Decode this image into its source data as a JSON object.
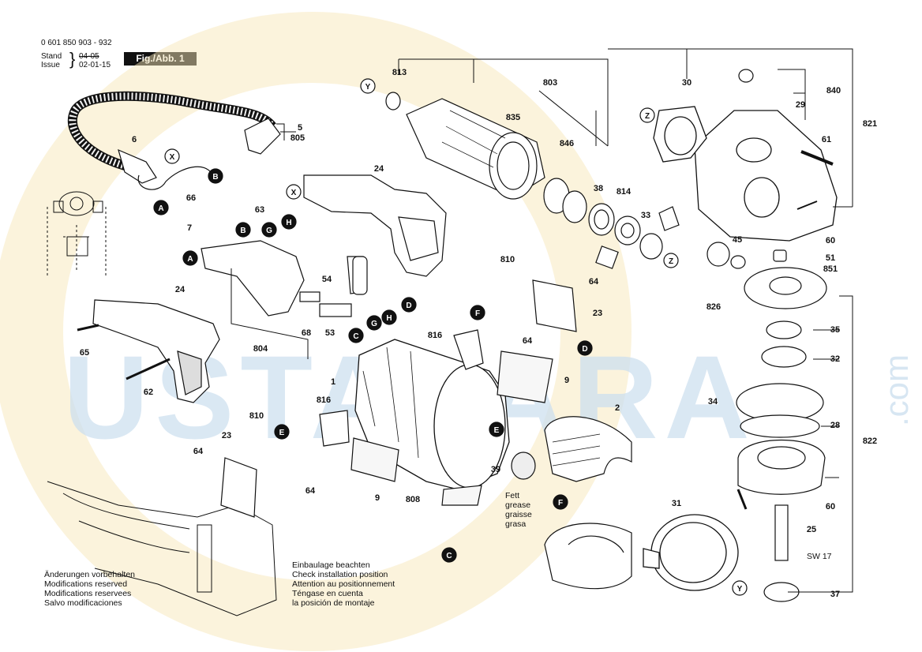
{
  "header": {
    "doc_number": "0 601 850 903 - 932",
    "stand_label": "Stand",
    "issue_label": "Issue",
    "old_date": "04-05",
    "date": "02-01-15",
    "figure_label": "Fig./Abb. 1"
  },
  "watermark": {
    "text": "USTALARA",
    "suffix": ".com"
  },
  "notes": {
    "modifications": [
      "Änderungen vorbehalten",
      "Modifications reserved",
      "Modifications reservees",
      "Salvo modificaciones"
    ],
    "installation": [
      "Einbaulage beachten",
      "Check installation position",
      "Attention au positionnement",
      "Téngase en cuenta",
      "la posición de montaje"
    ],
    "grease": [
      "Fett",
      "grease",
      "graisse",
      "grasa"
    ],
    "wrench": "SW 17"
  },
  "part_numbers": [
    "1",
    "2",
    "5",
    "6",
    "7",
    "9",
    "23",
    "24",
    "25",
    "28",
    "29",
    "30",
    "31",
    "32",
    "33",
    "34",
    "35",
    "37",
    "38",
    "39",
    "45",
    "51",
    "53",
    "54",
    "60",
    "61",
    "62",
    "63",
    "64",
    "65",
    "66",
    "68",
    "804",
    "805",
    "808",
    "810",
    "813",
    "814",
    "816",
    "821",
    "822",
    "826",
    "835",
    "840",
    "846",
    "851",
    "803"
  ],
  "connector_markers": [
    "A",
    "B",
    "C",
    "D",
    "E",
    "F",
    "G",
    "H",
    "X",
    "Y",
    "Z"
  ],
  "colors": {
    "line": "#111111",
    "watermark_gold": "#f3dfa6",
    "watermark_blue": "#bcd6ea",
    "marker_fill": "#111111",
    "highlight": "#e37a3c"
  }
}
